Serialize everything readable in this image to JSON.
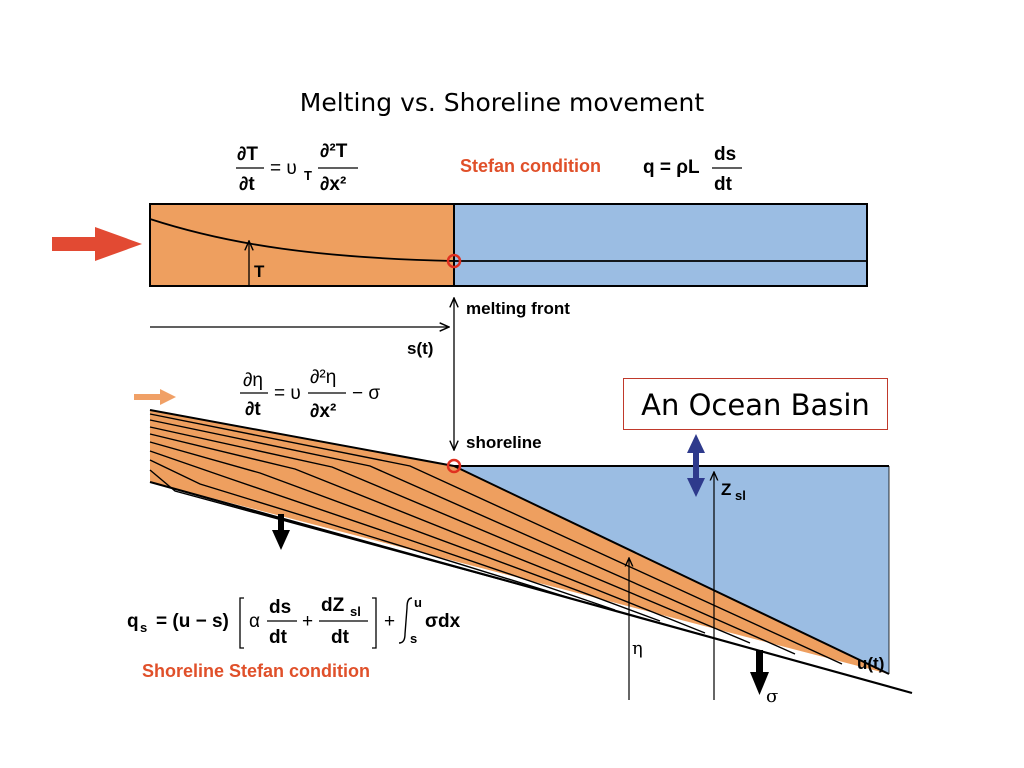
{
  "title": "Melting vs. Shoreline movement",
  "callout": "An Ocean Basin",
  "labels": {
    "stefan_condition": "Stefan condition",
    "temperature": "T",
    "melting_front": "melting front",
    "front_position": "s(t)",
    "shoreline": "shoreline",
    "sea_level": "Z",
    "sea_level_sub": "sl",
    "elevation": "η",
    "subsidence": "σ",
    "basin_edge": "u(t)",
    "shoreline_stefan_condition": "Shoreline Stefan condition"
  },
  "equations": {
    "heat": {
      "lhs_num": "∂T",
      "lhs_den": "∂t",
      "rel": "= υ",
      "coef_sub": "T",
      "rhs_num": "∂²T",
      "rhs_den": "∂x²"
    },
    "stefan": {
      "lhs": "q = ρL",
      "num": "ds",
      "den": "dt"
    },
    "sediment": {
      "lhs_num": "∂η",
      "lhs_den": "∂t",
      "rel": "= υ",
      "rhs_num": "∂²η",
      "rhs_den": "∂x²",
      "tail": "− σ"
    },
    "flux": {
      "lhs": "q",
      "lhs_sub": "s",
      "rel": "= (u − s)",
      "alpha": "α",
      "t1_num": "ds",
      "t1_den": "dt",
      "plus": "+",
      "t2_num": "dZ",
      "t2_num_sub": "sl",
      "t2_den": "dt",
      "plus2": "+",
      "int_upper": "u",
      "int_lower": "s",
      "integrand": "σdx"
    }
  },
  "colors": {
    "sediment": "#ee9f5f",
    "water": "#9bbde3",
    "heat_arrow": "#e24a33",
    "sediment_arrow": "#f0a066",
    "sea_level_arrow": "#2e3a8c",
    "marker": "#e03020",
    "red_text": "#e0502a"
  }
}
